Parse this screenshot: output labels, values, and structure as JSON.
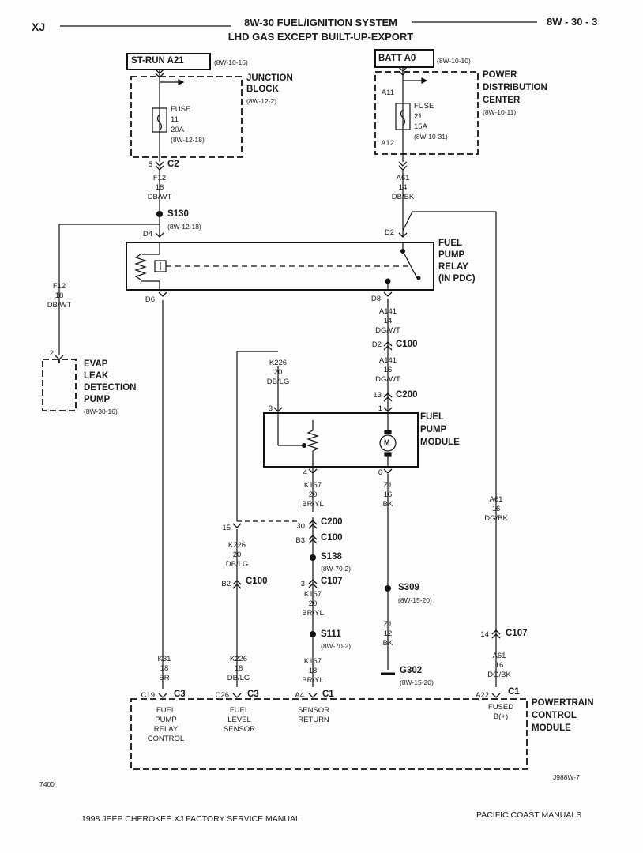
{
  "header": {
    "model": "XJ",
    "title_line1": "8W-30 FUEL/IGNITION SYSTEM",
    "title_line2": "LHD GAS EXCEPT BUILT-UP-EXPORT",
    "page_number": "8W - 30 - 3"
  },
  "sources": {
    "st_run": {
      "name": "ST-RUN A21",
      "ref": "(8W-10-16)"
    },
    "batt": {
      "name": "BATT A0",
      "ref": "(8W-10-10)"
    }
  },
  "junction_block": {
    "title": [
      "JUNCTION",
      "BLOCK"
    ],
    "ref": "(8W-12-2)",
    "fuse": [
      "FUSE",
      "11",
      "20A",
      "(8W-12-18)"
    ]
  },
  "pdc": {
    "title": [
      "POWER",
      "DISTRIBUTION",
      "CENTER"
    ],
    "ref": "(8W-10-11)",
    "fuse": [
      "FUSE",
      "21",
      "15A",
      "(8W-10-31)"
    ],
    "pin_in": "A11",
    "pin_out": "A12"
  },
  "connectors": {
    "c2": {
      "pin": "5",
      "name": "C2"
    },
    "c100_d2": {
      "pin": "D2",
      "name": "C100"
    },
    "c200_13": {
      "pin": "13",
      "name": "C200"
    },
    "c200_30": {
      "pin": "30",
      "name": "C200"
    },
    "c100_b3": {
      "pin": "B3",
      "name": "C100"
    },
    "c107_3": {
      "pin": "3",
      "name": "C107"
    },
    "c100_b2": {
      "pin": "B2",
      "name": "C100"
    },
    "c107_14": {
      "pin": "14",
      "name": "C107"
    },
    "pcm_c19": {
      "pin": "C19",
      "name": "C3"
    },
    "pcm_c26": {
      "pin": "C26",
      "name": "C3"
    },
    "pcm_a4": {
      "pin": "A4",
      "name": "C1"
    },
    "pcm_a22": {
      "pin": "A22",
      "name": "C1"
    }
  },
  "wires": {
    "f12_top": [
      "F12",
      "18",
      "DB/WT"
    ],
    "a61_top": [
      "A61",
      "14",
      "DB/BK"
    ],
    "f12_left": [
      "F12",
      "18",
      "DB/WT"
    ],
    "a141_a": [
      "A141",
      "14",
      "DG/WT"
    ],
    "a141_b": [
      "A141",
      "16",
      "DG/WT"
    ],
    "k226_top": [
      "K226",
      "20",
      "DB/LG"
    ],
    "k167_a": [
      "K167",
      "20",
      "BR/YL"
    ],
    "z1_a": [
      "Z1",
      "16",
      "BK"
    ],
    "a61_right": [
      "A61",
      "16",
      "DG/BK"
    ],
    "k226_mid": [
      "K226",
      "20",
      "DB/LG"
    ],
    "k167_b": [
      "K167",
      "20",
      "BR/YL"
    ],
    "z1_b": [
      "Z1",
      "12",
      "BK"
    ],
    "a61_bottom": [
      "A61",
      "16",
      "DG/BK"
    ],
    "k31": [
      "K31",
      "18",
      "BR"
    ],
    "k226_bottom": [
      "K226",
      "18",
      "DB/LG"
    ],
    "k167_c": [
      "K167",
      "18",
      "BR/YL"
    ]
  },
  "splices": {
    "s130": {
      "name": "S130",
      "ref": "(8W-12-18)"
    },
    "s138": {
      "name": "S138",
      "ref": "(8W-70-2)"
    },
    "s111": {
      "name": "S111",
      "ref": "(8W-70-2)"
    },
    "s309": {
      "name": "S309",
      "ref": "(8W-15-20)"
    },
    "g302": {
      "name": "G302",
      "ref": "(8W-15-20)"
    }
  },
  "relay": {
    "title": [
      "FUEL",
      "PUMP",
      "RELAY",
      "(IN PDC)"
    ],
    "pins": {
      "d4": "D4",
      "d2": "D2",
      "d6": "D6",
      "d8": "D8"
    }
  },
  "evap": {
    "pin": "2",
    "title": [
      "EVAP",
      "LEAK",
      "DETECTION",
      "PUMP"
    ],
    "ref": "(8W-30-16)"
  },
  "pump_module": {
    "title": [
      "FUEL",
      "PUMP",
      "MODULE"
    ],
    "pins": {
      "p3": "3",
      "p1": "1",
      "p4": "4",
      "p6": "6"
    }
  },
  "pin_15": "15",
  "pcm": {
    "title": [
      "POWERTRAIN",
      "CONTROL",
      "MODULE"
    ],
    "pins": {
      "relay_control": [
        "FUEL",
        "PUMP",
        "RELAY",
        "CONTROL"
      ],
      "level_sensor": [
        "FUEL",
        "LEVEL",
        "SENSOR"
      ],
      "sensor_return": [
        "SENSOR",
        "RETURN"
      ],
      "fused": [
        "FUSED",
        "B(+)"
      ]
    }
  },
  "footer": {
    "left_code": "7400",
    "right_code": "J988W-7",
    "manual": "1998 JEEP CHEROKEE XJ FACTORY SERVICE MANUAL",
    "publisher": "PACIFIC COAST MANUALS"
  }
}
